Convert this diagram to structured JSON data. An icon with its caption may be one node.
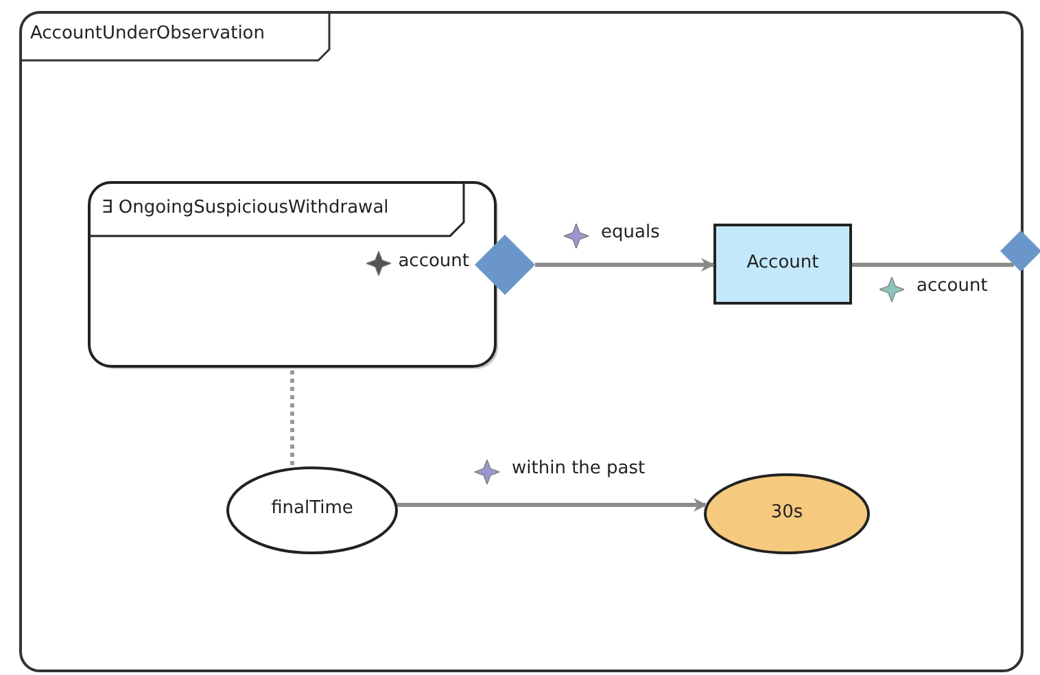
{
  "diagram": {
    "nodes": [
      {
        "text": [
          "AccountUnderObservation"
        ]
      },
      {
        "text": [
          "∃ OngoingSuspiciousWithdrawal"
        ],
        "in": 0
      },
      {
        "text": [],
        "shape": "diamond",
        "beside": [
          "account"
        ],
        "in": 0
      },
      {
        "text": [
          "Account"
        ],
        "in": 0
      },
      {
        "text": [],
        "shape": "diamond"
      },
      {
        "text": [
          "finalTime"
        ],
        "in": 0
      },
      {
        "text": [
          "30s"
        ],
        "in": 0
      }
    ],
    "edges": [
      {
        "from": 2,
        "to": 3,
        "arrow": "to",
        "label": "equals"
      },
      {
        "from": 3,
        "to": 4,
        "arrow": "none",
        "label": "account"
      },
      {
        "from": 1,
        "to": 5,
        "arrow": "none",
        "style": "dashed"
      },
      {
        "from": 5,
        "to": 6,
        "arrow": "to",
        "label": "within the past"
      }
    ]
  }
}
